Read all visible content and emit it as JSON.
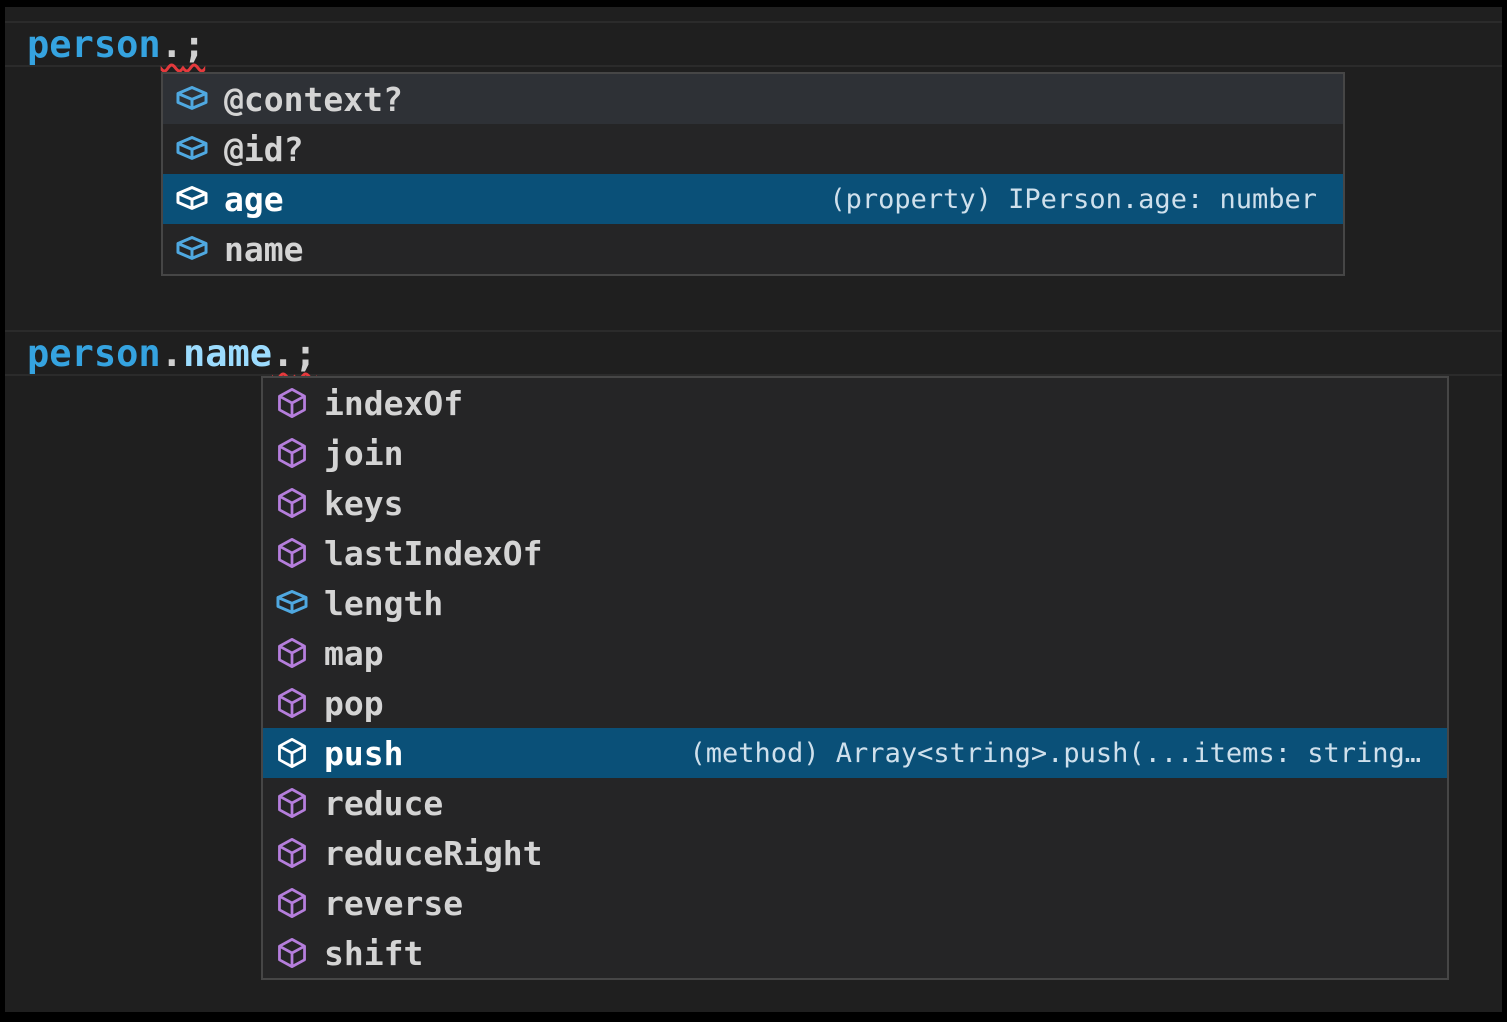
{
  "code": {
    "line1": {
      "t0": "person",
      "t1": ".",
      "t2": ";"
    },
    "line2": {
      "t0": "person",
      "t1": ".",
      "t2": "name",
      "t3": ".",
      "t4": ";"
    }
  },
  "suggest_person": {
    "items": [
      {
        "label": "@context?",
        "kind": "field"
      },
      {
        "label": "@id?",
        "kind": "field"
      },
      {
        "label": "age",
        "kind": "field",
        "selected": true,
        "detail": "(property) IPerson.age: number"
      },
      {
        "label": "name",
        "kind": "field"
      }
    ]
  },
  "suggest_name": {
    "items": [
      {
        "label": "indexOf",
        "kind": "method"
      },
      {
        "label": "join",
        "kind": "method"
      },
      {
        "label": "keys",
        "kind": "method"
      },
      {
        "label": "lastIndexOf",
        "kind": "method"
      },
      {
        "label": "length",
        "kind": "field"
      },
      {
        "label": "map",
        "kind": "method"
      },
      {
        "label": "pop",
        "kind": "method"
      },
      {
        "label": "push",
        "kind": "method",
        "selected": true,
        "detail": "(method) Array<string>.push(...items: string…"
      },
      {
        "label": "reduce",
        "kind": "method"
      },
      {
        "label": "reduceRight",
        "kind": "method"
      },
      {
        "label": "reverse",
        "kind": "method"
      },
      {
        "label": "shift",
        "kind": "method"
      }
    ]
  },
  "icons": {
    "field": "field-cube-icon",
    "method": "method-cube-icon"
  },
  "colors": {
    "editor_bg": "#1f1f1f",
    "widget_bg": "#252526",
    "widget_border": "#464646",
    "selected_row_bg": "#0a5078",
    "first_row_hover_bg": "#2e3136",
    "field_icon_blue": "#4fa8e0",
    "method_icon_purple": "#b57edc",
    "variable_blue": "#35a3e0",
    "property_blue": "#9cdcfe",
    "label_gray": "#d4d4d4",
    "error_squiggle_red": "#e5393c"
  }
}
